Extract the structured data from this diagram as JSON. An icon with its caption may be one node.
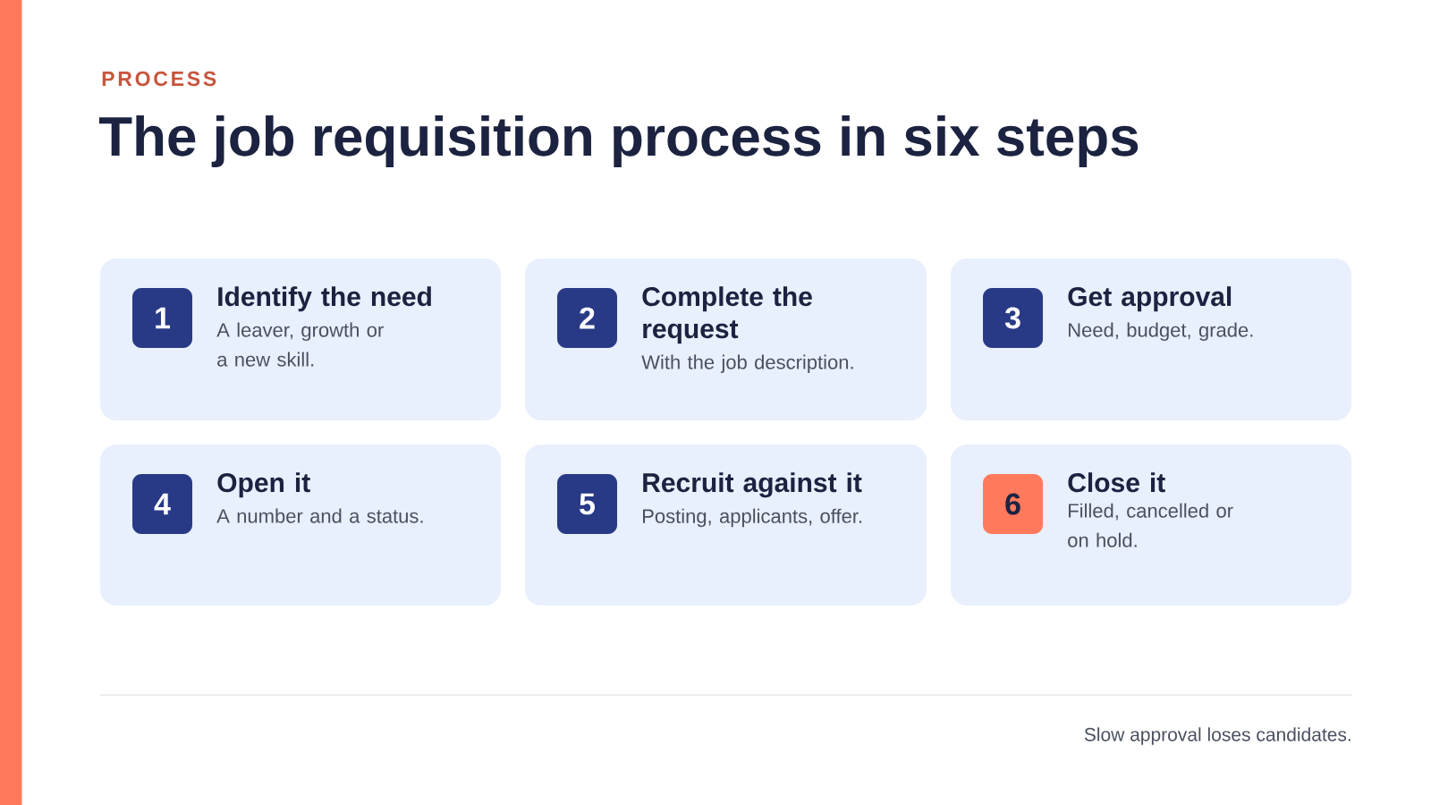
{
  "diagram": {
    "title": "The job requisition process in six steps",
    "nodes": [
      {
        "text": [
          "Identify the need",
          "A leaver, growth or a new skill."
        ]
      },
      {
        "text": [
          "1"
        ],
        "in": 0
      },
      {
        "text": [
          "Complete the request",
          "With the job description."
        ]
      },
      {
        "text": [
          "2"
        ],
        "in": 2
      },
      {
        "text": [
          "Get approval",
          "Need, budget, grade."
        ]
      },
      {
        "text": [
          "3"
        ],
        "in": 4
      },
      {
        "text": [
          "Open it",
          "A number and a status."
        ]
      },
      {
        "text": [
          "4"
        ],
        "in": 6
      },
      {
        "text": [
          "Recruit against it",
          "Posting, applicants, offer."
        ]
      },
      {
        "text": [
          "5"
        ],
        "in": 8
      },
      {
        "text": [
          "Close it",
          "Filled, cancelled or on hold."
        ]
      },
      {
        "text": [
          "6"
        ],
        "in": 10
      }
    ],
    "labels": [
      "PROCESS",
      "Slow approval loses candidates."
    ]
  }
}
